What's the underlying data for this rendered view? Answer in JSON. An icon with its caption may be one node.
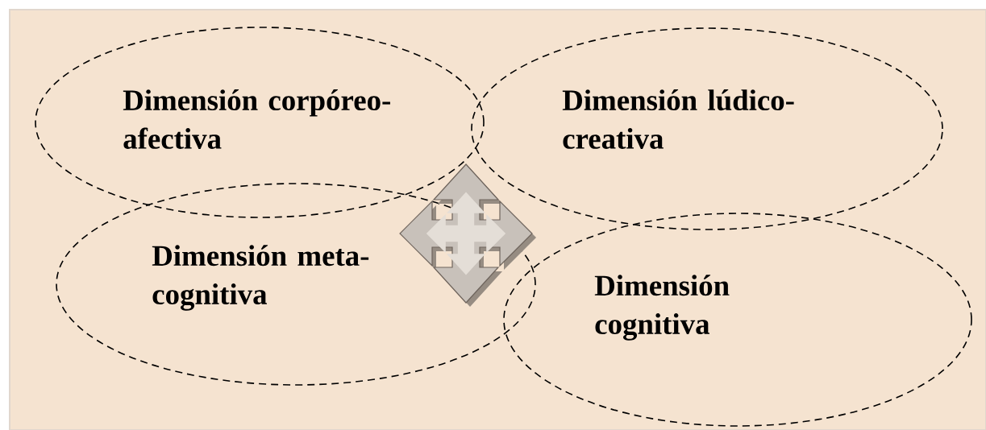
{
  "diagram": {
    "nodes": [
      {
        "text": [
          "Dimensión corpóreo-afectiva"
        ]
      },
      {
        "text": [
          "Dimensión lúdico-creativa"
        ]
      },
      {
        "text": [
          "Dimensión meta-cognitiva"
        ]
      },
      {
        "text": [
          "Dimensión cognitiva"
        ]
      }
    ]
  }
}
